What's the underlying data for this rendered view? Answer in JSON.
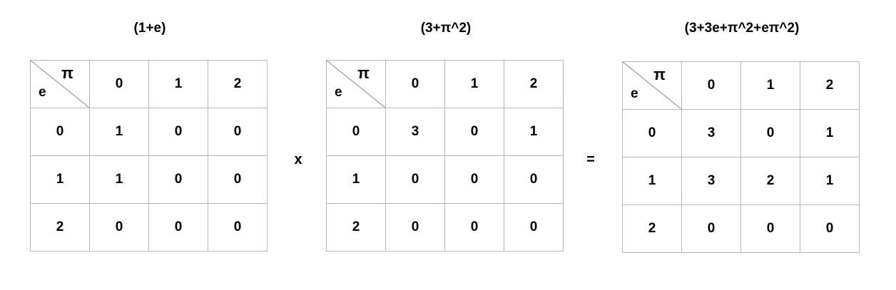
{
  "row_variable": "e",
  "column_variable": "π",
  "operators": {
    "multiply": "x",
    "equals": "="
  },
  "tables": [
    {
      "title": "(1+e)",
      "header": [
        "0",
        "1",
        "2"
      ],
      "rows": [
        {
          "label": "0",
          "cells": [
            "1",
            "0",
            "0"
          ]
        },
        {
          "label": "1",
          "cells": [
            "1",
            "0",
            "0"
          ]
        },
        {
          "label": "2",
          "cells": [
            "0",
            "0",
            "0"
          ]
        }
      ]
    },
    {
      "title": "(3+π^2)",
      "header": [
        "0",
        "1",
        "2"
      ],
      "rows": [
        {
          "label": "0",
          "cells": [
            "3",
            "0",
            "1"
          ]
        },
        {
          "label": "1",
          "cells": [
            "0",
            "0",
            "0"
          ]
        },
        {
          "label": "2",
          "cells": [
            "0",
            "0",
            "0"
          ]
        }
      ]
    },
    {
      "title": "(3+3e+π^2+eπ^2)",
      "header": [
        "0",
        "1",
        "2"
      ],
      "rows": [
        {
          "label": "0",
          "cells": [
            "3",
            "0",
            "1"
          ]
        },
        {
          "label": "1",
          "cells": [
            "3",
            "2",
            "1"
          ]
        },
        {
          "label": "2",
          "cells": [
            "0",
            "0",
            "0"
          ]
        }
      ]
    }
  ]
}
